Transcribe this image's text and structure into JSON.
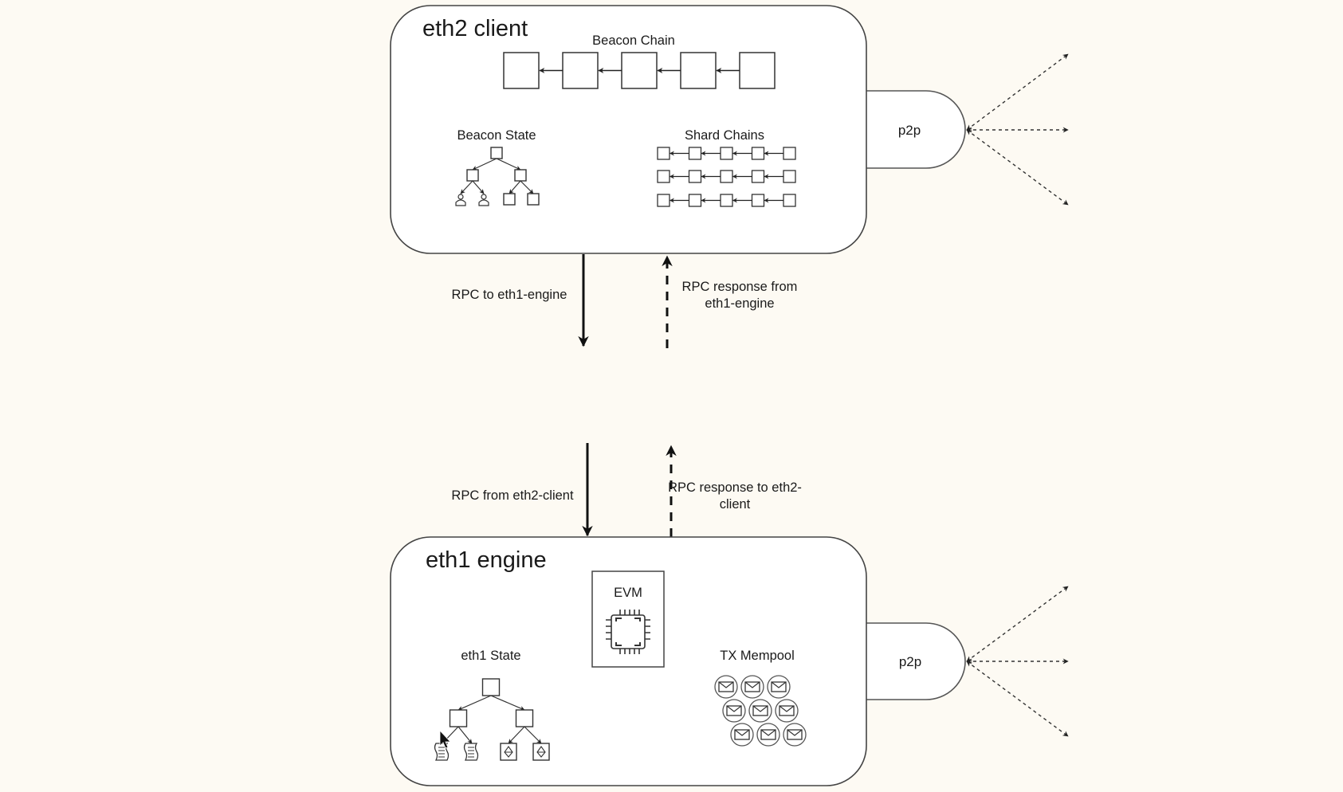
{
  "diagram": {
    "eth2_client": {
      "title": "eth2 client",
      "beacon_chain": {
        "label": "Beacon Chain",
        "blocks": 5
      },
      "beacon_state": {
        "label": "Beacon State",
        "leaves": [
          "account-icon",
          "account-icon",
          "box",
          "box"
        ]
      },
      "shard_chains": {
        "label": "Shard Chains",
        "rows": 3,
        "blocks_per_row": 5
      },
      "p2p_label": "p2p"
    },
    "eth1_engine": {
      "title": "eth1 engine",
      "evm": {
        "label": "EVM",
        "icon": "cpu-chip-icon"
      },
      "eth1_state": {
        "label": "eth1 State",
        "leaves": [
          "contract-scroll-icon",
          "contract-scroll-icon",
          "ether-icon",
          "ether-icon"
        ]
      },
      "tx_mempool": {
        "label": "TX Mempool",
        "rows": 3,
        "per_row": 3,
        "icon": "envelope-icon"
      },
      "p2p_label": "p2p"
    },
    "arrows": {
      "rpc_to_eth1": "RPC to eth1-engine",
      "rpc_response_from_eth1_line1": "RPC response from",
      "rpc_response_from_eth1_line2": "eth1-engine",
      "rpc_from_eth2": "RPC from eth2-client",
      "rpc_response_to_eth2_line1": "RPC response to eth2-",
      "rpc_response_to_eth2_line2": "client"
    }
  },
  "colors": {
    "background": "#fdfaf3",
    "box_fill": "#ffffff",
    "stroke": "#333333"
  }
}
